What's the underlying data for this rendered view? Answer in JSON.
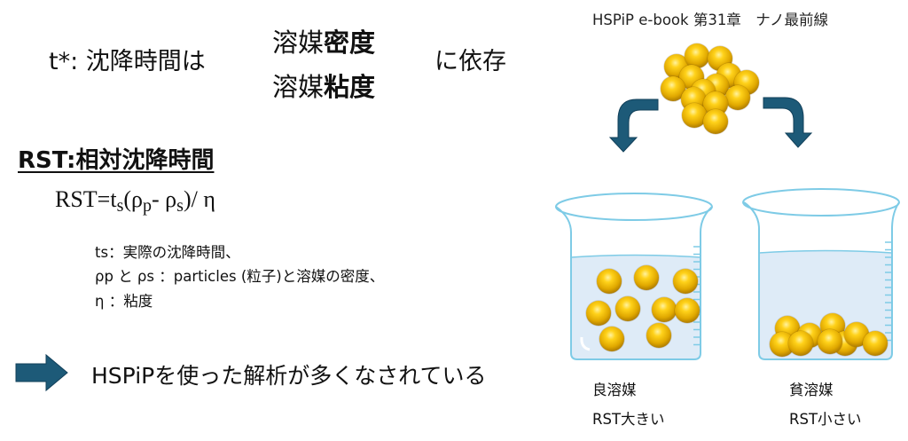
{
  "header": {
    "source": "HSPiP e-book 第31章　ナノ最前線"
  },
  "intro": {
    "prefix": "t*: 沈降時間は",
    "dependency1_plain": "溶媒",
    "dependency1_bold": "密度",
    "dependency2_plain": "溶媒",
    "dependency2_bold": "粘度",
    "suffix": "に依存"
  },
  "rst": {
    "title": "RST:相対沈降時間",
    "formula": {
      "a": "RST=t",
      "s1": "s",
      "b": "(ρ",
      "p": "p",
      "c": "- ρ",
      "s2": "s",
      "d": ")/ η"
    },
    "notes": [
      "ts：実際の沈降時間、",
      "ρp と ρs ：particles (粒子)と溶媒の密度、",
      "η ：粘度"
    ]
  },
  "conclusion": {
    "icon": "right-arrow-icon",
    "text": "HSPiPを使った解析が多くなされている"
  },
  "beakers": [
    {
      "solvent": "良溶媒",
      "result": "RST大きい"
    },
    {
      "solvent": "貧溶媒",
      "result": "RST小さい"
    }
  ],
  "colors": {
    "arrow": "#1d5a78",
    "beaker": "#7ecbe6",
    "liquid": "#deebf7",
    "particle": "#e0a800"
  }
}
